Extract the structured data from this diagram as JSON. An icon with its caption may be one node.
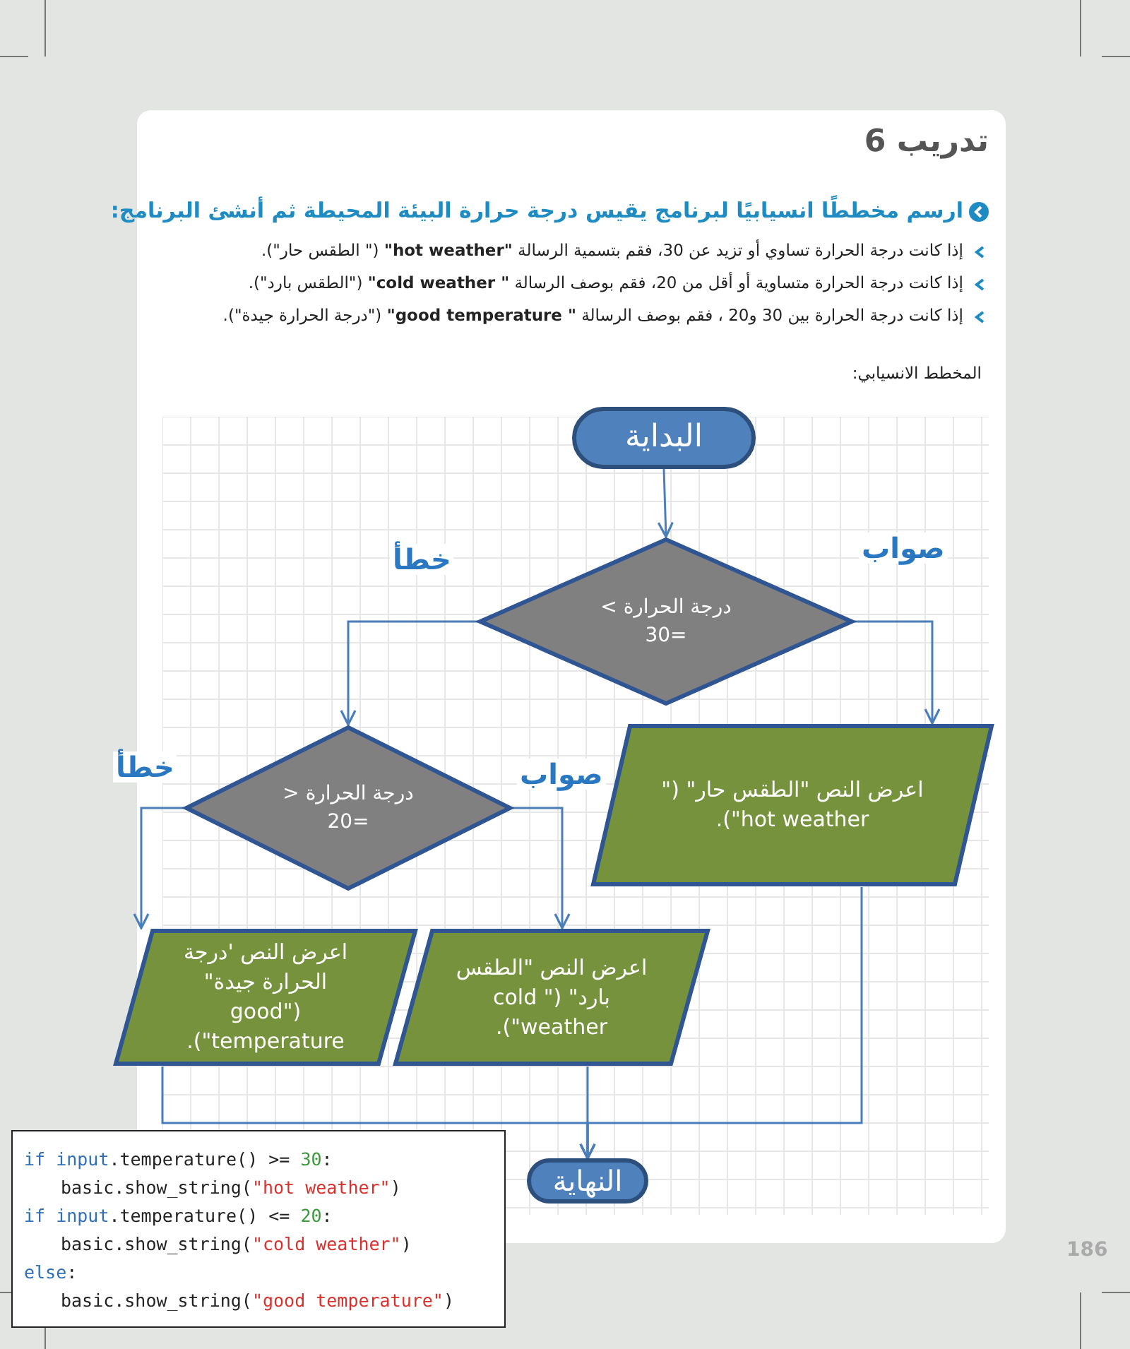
{
  "diagram": {
    "title": "تدريب 6",
    "nodes": [
      {
        "text": [
          "البداية"
        ]
      },
      {
        "text": [
          "درجة الحرارة > =30"
        ]
      },
      {
        "text": [
          "اعرض النص \"الطقس حار\" (\" hot weather\")."
        ]
      },
      {
        "text": [
          "درجة الحرارة < =20"
        ]
      },
      {
        "text": [
          "اعرض النص \"الطقس بارد\" (\" cold weather\")."
        ]
      },
      {
        "text": [
          "اعرض النص 'درجة الحرارة جيدة\" (\"good temperature\")."
        ]
      },
      {
        "text": [
          "النهاية"
        ]
      }
    ],
    "edges": [
      {
        "from": 0,
        "to": 1,
        "arrow": "to"
      },
      {
        "from": 1,
        "to": 2,
        "label": "صواب",
        "arrow": "to"
      },
      {
        "from": 1,
        "to": 3,
        "label": "خطأ",
        "arrow": "to"
      },
      {
        "from": 3,
        "to": 4,
        "label": "صواب",
        "arrow": "to"
      },
      {
        "from": 3,
        "to": 5,
        "label": "خطأ",
        "arrow": "to"
      },
      {
        "from": 2,
        "to": 6,
        "arrow": "to"
      },
      {
        "from": 4,
        "to": 6,
        "arrow": "to"
      },
      {
        "from": 5,
        "to": 6,
        "arrow": "to"
      }
    ],
    "labels": [
      "ارسم مخططًا انسيابيًا لبرنامج يقيس درجة حرارة البيئة المحيطة ثم أنشئ البرنامج:",
      "إذا كانت درجة الحرارة تساوي أو تزيد عن 30، فقم بتسمية الرسالة **\"hot weather\"** (\" الطقس حار\").",
      "إذا كانت درجة الحرارة متساوية أو أقل من 20، فقم بوصف الرسالة **\" cold weather\"** (\"الطقس بارد\").",
      "إذا كانت درجة الحرارة بين 30 و20 ، فقم بوصف الرسالة **\" good temperature\"** (\"درجة الحرارة جيدة\").",
      "المخطط الانسيابي:",
      "186",
      "if input.temperature() >= 30:",
      "basic.show_string(\"hot weather\")",
      "if input.temperature() <= 20:",
      "basic.show_string(\"cold weather\")",
      "else:",
      "basic.show_string(\"good temperature\")"
    ]
  }
}
